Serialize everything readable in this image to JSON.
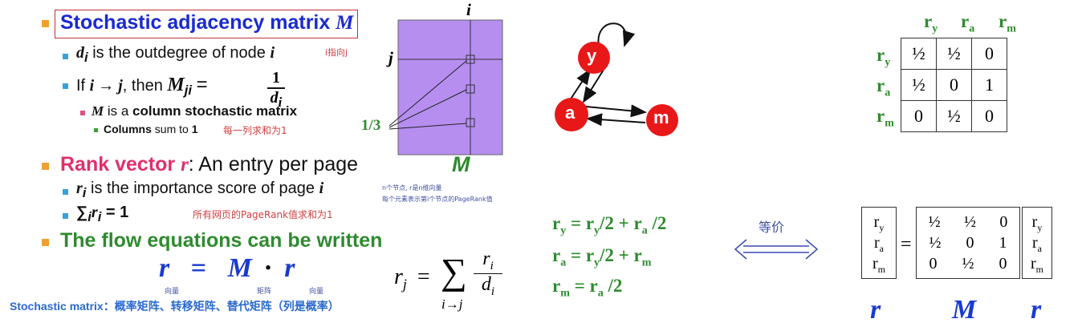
{
  "left": {
    "heading1": "Stochastic adjacency matrix",
    "heading1_var": "M",
    "item_di_var": "d",
    "item_di_sub": "i",
    "item_di_text": " is the outdegree of node ",
    "item_di_node": "i",
    "note_di": "i指向j",
    "item_if_text": "If ",
    "item_if_expr": "i → j",
    "item_if_then": ", then ",
    "item_if_lhs": "M",
    "item_if_lhs_sub": "ji",
    "item_if_eq": "=",
    "frac_num": "1",
    "frac_den": "d",
    "frac_den_sub": "i",
    "sub1_var": "M",
    "sub1_text": " is a ",
    "sub1_bold": "column stochastic matrix",
    "sub2_bold": "Columns",
    "sub2_text": " sum to ",
    "sub2_val": "1",
    "note_cols": "每一列求和为1",
    "heading2": "Rank vector ",
    "heading2_var": "r",
    "heading2_rest": ":  An entry per page",
    "item_ri_var": "r",
    "item_ri_sub": "i",
    "item_ri_text": " is the importance score of page ",
    "item_ri_page": "i",
    "item_sum": "∑",
    "item_sum_sub": "i",
    "item_sum_var": "r",
    "item_sum_var_sub": "i",
    "item_sum_rest": " = 1",
    "note_sum": "所有网页的PageRank值求和为1",
    "heading3": "The flow equations can be written",
    "eq_r": "r",
    "eq_eq": "=",
    "eq_M": "M",
    "eq_dot": "·",
    "eq_r2": "r",
    "note_r1": "向量",
    "note_M": "矩阵",
    "note_r2": "向量",
    "footer": "Stochastic matrix：概率矩阵、转移矩阵、替代矩阵（列是概率）"
  },
  "matrix_fig": {
    "label_i": "i",
    "label_j": "j",
    "label_frac": "1/3",
    "label_M": "M",
    "note1": "n个节点, r是n维向量",
    "note2": "每个元素表示第i个节点的PageRank值",
    "color_fill": "#b58ef0"
  },
  "formula": {
    "lhs": "r",
    "lhs_sub": "j",
    "eq": "=",
    "sum": "∑",
    "sum_sub": "i→j",
    "num": "r",
    "num_sub": "i",
    "den": "d",
    "den_sub": "i"
  },
  "graph": {
    "node_y": "y",
    "node_a": "a",
    "node_m": "m",
    "node_color": "#e81818"
  },
  "flow": {
    "eq1": [
      "r",
      "y",
      " = r",
      "y",
      "/2 + r",
      "a",
      " /2"
    ],
    "eq2": [
      "r",
      "a",
      " = r",
      "y",
      "/2 + r",
      "m"
    ],
    "eq3": [
      "r",
      "m",
      " = r",
      "a",
      " /2"
    ]
  },
  "equiv": {
    "label": "等价",
    "arrow": "⟺"
  },
  "table": {
    "col_headers": [
      "r",
      "r",
      "r"
    ],
    "col_subs": [
      "y",
      "a",
      "m"
    ],
    "row_headers": [
      "r",
      "r",
      "r"
    ],
    "row_subs": [
      "y",
      "a",
      "m"
    ],
    "rows": [
      [
        "½",
        "½",
        "0"
      ],
      [
        "½",
        "0",
        "1"
      ],
      [
        "0",
        "½",
        "0"
      ]
    ]
  },
  "matrix_eq": {
    "lhs": [
      [
        "r",
        "y"
      ],
      [
        "r",
        "a"
      ],
      [
        "r",
        "m"
      ]
    ],
    "eq": "=",
    "rows": [
      [
        "½",
        "½",
        "0"
      ],
      [
        "½",
        "0",
        "1"
      ],
      [
        "0",
        "½",
        "0"
      ]
    ],
    "rhs": [
      [
        "r",
        "y"
      ],
      [
        "r",
        "a"
      ],
      [
        "r",
        "m"
      ]
    ],
    "label_r1": "r",
    "label_M": "M",
    "label_r2": "r"
  }
}
